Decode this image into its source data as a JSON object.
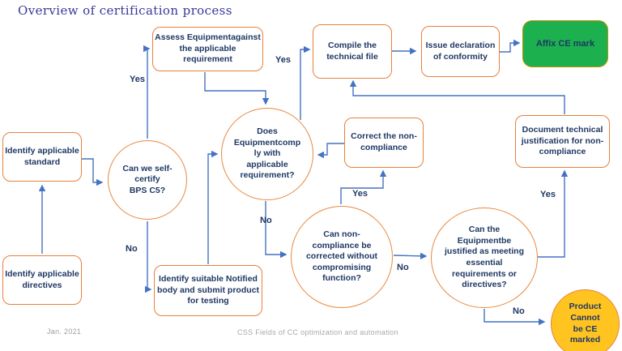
{
  "title": "Overview of certification process",
  "nodes": {
    "identify_standard": {
      "text": "Identify applicable\nstandard"
    },
    "identify_directives": {
      "text": "Identify applicable\ndirectives"
    },
    "self_certify": {
      "text": "Can we self-\ncertify\nBPS C5?"
    },
    "assess_equipment": {
      "text": "Assess Equipmentagainst\nthe applicable\nrequirement"
    },
    "identify_notified_body": {
      "text": "Identify suitable Notified\nbody  and submit product\nfor testing"
    },
    "does_comply": {
      "text": "Does\nEquipmentcomp\nly with\napplicable\nrequirement?"
    },
    "compile_file": {
      "text": "Compile the\ntechnical file"
    },
    "issue_declaration": {
      "text": "Issue declaration\nof conformity"
    },
    "affix_ce": {
      "text": "Affix CE mark"
    },
    "correct_noncompliance": {
      "text": "Correct the non-\ncompliance"
    },
    "document_justification": {
      "text": "Document technical\njustification for non-\ncompliance"
    },
    "can_correct": {
      "text": "Can non-\ncompliance be\ncorrected without\ncompromising\nfunction?"
    },
    "can_justify": {
      "text": "Can the\nEquipmentbe\njustified as meeting\nessential\nrequirements  or\ndirectives?"
    },
    "product_not_ce": {
      "text": "Product\nCannot\nbe CE\nmarked"
    }
  },
  "edge_labels": {
    "self_certify_yes": "Yes",
    "self_certify_no": "No",
    "comply_yes": "Yes",
    "comply_no": "No",
    "correct_yes": "Yes",
    "correct_no": "No",
    "justify_yes": "Yes",
    "justify_no": "No"
  },
  "footer": {
    "date": "Jan. 2021",
    "caption": "CSS Fields of CC optimization and automation"
  },
  "colors": {
    "accent_orange": "#E8803C",
    "connector_blue": "#4472C4",
    "text_navy": "#1F3864",
    "success_green": "#1CB14E",
    "warning_yellow": "#FFC420"
  }
}
